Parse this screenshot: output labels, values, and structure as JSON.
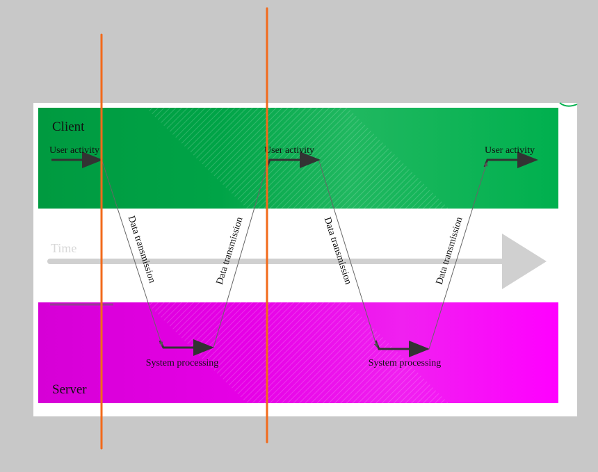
{
  "lanes": {
    "client": {
      "label": "Client",
      "color": "#00b04e"
    },
    "server": {
      "label": "Server",
      "color": "#ff00ff"
    }
  },
  "timeline": {
    "label": "Time"
  },
  "events": {
    "user_activity": [
      "User activity",
      "User activity",
      "User activity"
    ],
    "system_processing": [
      "System processing",
      "System processing"
    ],
    "data_transmission": [
      "Data transmission",
      "Data transmission",
      "Data transmission",
      "Data transmission"
    ]
  },
  "colors": {
    "background": "#c8c8c8",
    "panel": "#ffffff",
    "client_lane": "#00b04e",
    "server_lane": "#ff00ff",
    "marker": "#f26a1b",
    "arrow": "#333333",
    "time_axis": "#d0d0d0"
  }
}
